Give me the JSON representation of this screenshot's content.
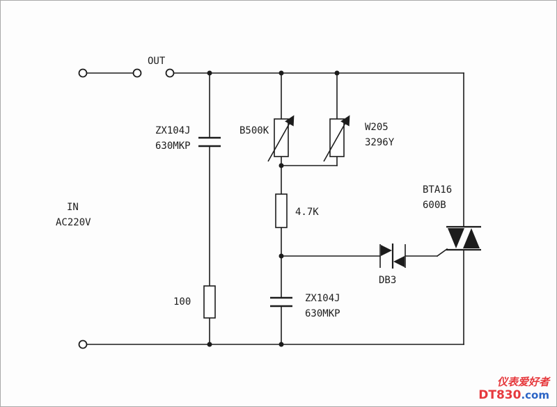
{
  "schematic": {
    "out_label": "OUT",
    "in_label": "IN",
    "in_voltage": "AC220V",
    "cap_input": {
      "part": "ZX104J",
      "spec": "630MKP"
    },
    "pot_main": "B500K",
    "trimmer": {
      "part": "W205",
      "spec": "3296Y"
    },
    "resistor_series": "4.7K",
    "resistor_input": "100",
    "cap_timing": {
      "part": "ZX104J",
      "spec": "630MKP"
    },
    "diac": "DB3",
    "triac": {
      "part": "BTA16",
      "spec": "600B"
    }
  },
  "watermark": {
    "brand_cn": "仪表爱好者",
    "site_name": "DT830",
    "site_tld": ".com"
  },
  "colors": {
    "line": "#1c1c1c",
    "background": "#fdfdfd",
    "watermark_red": "#e6393d",
    "watermark_blue": "#2b64c5"
  }
}
